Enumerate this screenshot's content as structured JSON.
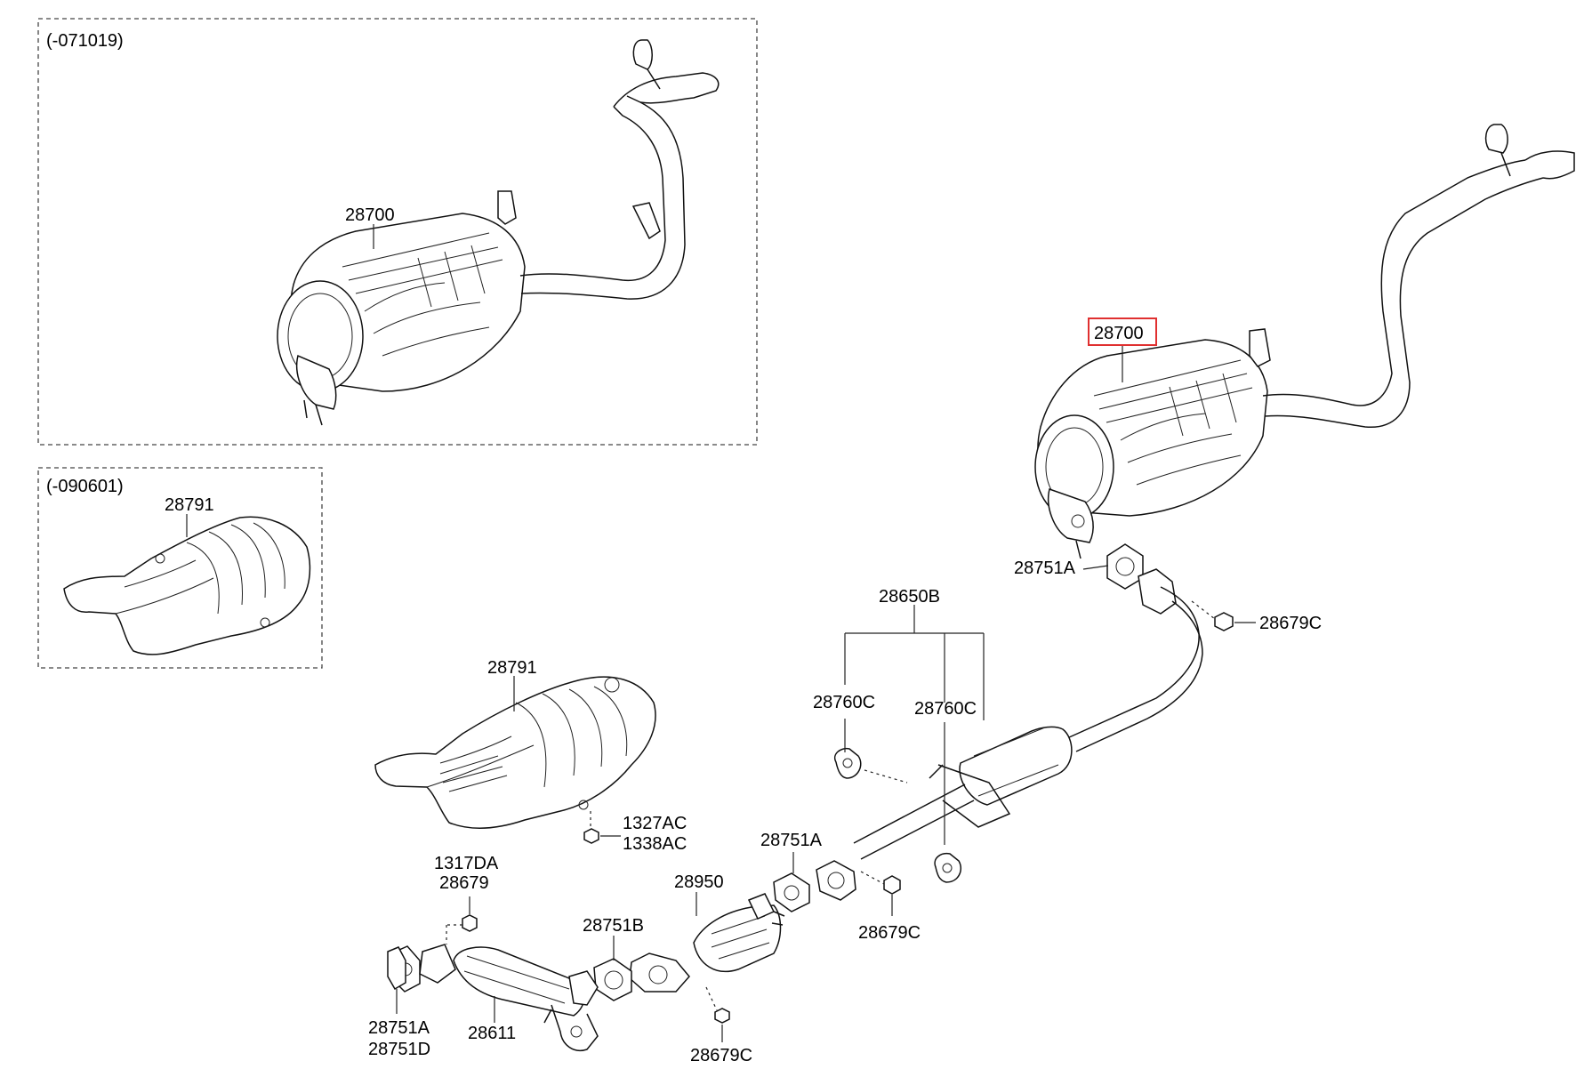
{
  "insets": {
    "top": {
      "date_code": "(-071019)",
      "part": "28700"
    },
    "middle": {
      "date_code": "(-090601)",
      "part": "28791"
    }
  },
  "callouts": {
    "muffler_main": "28700",
    "gasket_rear": "28751A",
    "nut_rear": "28679C",
    "hanger_group": "28650B",
    "hanger_left": "28760C",
    "hanger_right": "28760C",
    "heat_shield": "28791",
    "bolt_a": "1327AC",
    "bolt_b": "1338AC",
    "gasket_center": "28751A",
    "nut_center": "28679C",
    "nut_manifold_a": "1317DA",
    "nut_manifold_b": "28679",
    "cat_converter": "28950",
    "gasket_cat": "28751B",
    "gasket_front_a": "28751A",
    "gasket_front_b": "28751D",
    "front_pipe": "28611",
    "nut_cat": "28679C"
  },
  "highlight_color": "#e03030"
}
